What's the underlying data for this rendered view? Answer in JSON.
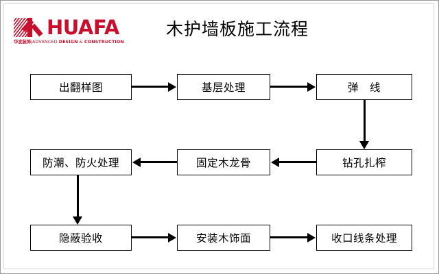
{
  "document": {
    "title": "木护墙板施工流程"
  },
  "brand": {
    "logo_icon": "huafa-k-logo-icon",
    "wordmark": "HUAFA",
    "tagline_cn": "华发装饰",
    "tagline_separator": "|",
    "tagline_en_light": "ADVANCED ",
    "tagline_en_bold_1": "DESIGN",
    "tagline_en_amp": " & ",
    "tagline_en_bold_2": "CONSTRUCTION",
    "color": "#c8102e"
  },
  "flowchart": {
    "type": "process-flow",
    "nodes": [
      {
        "id": "n1",
        "label": "出翻样图",
        "row": 1,
        "col": 1
      },
      {
        "id": "n2",
        "label": "基层处理",
        "row": 1,
        "col": 2
      },
      {
        "id": "n3",
        "label": "弹　线",
        "row": 1,
        "col": 3
      },
      {
        "id": "n4",
        "label": "钻孔扎榨",
        "row": 2,
        "col": 3
      },
      {
        "id": "n5",
        "label": "固定木龙骨",
        "row": 2,
        "col": 2
      },
      {
        "id": "n6",
        "label": "防潮、防火处理",
        "row": 2,
        "col": 1
      },
      {
        "id": "n7",
        "label": "隐蔽验收",
        "row": 3,
        "col": 1
      },
      {
        "id": "n8",
        "label": "安装木饰面",
        "row": 3,
        "col": 2
      },
      {
        "id": "n9",
        "label": "收口线条处理",
        "row": 3,
        "col": 3
      }
    ],
    "edges": [
      {
        "from": "n1",
        "to": "n2",
        "direction": "right"
      },
      {
        "from": "n2",
        "to": "n3",
        "direction": "right"
      },
      {
        "from": "n3",
        "to": "n4",
        "direction": "down"
      },
      {
        "from": "n4",
        "to": "n5",
        "direction": "left"
      },
      {
        "from": "n5",
        "to": "n6",
        "direction": "left"
      },
      {
        "from": "n6",
        "to": "n7",
        "direction": "down"
      },
      {
        "from": "n7",
        "to": "n8",
        "direction": "right"
      },
      {
        "from": "n8",
        "to": "n9",
        "direction": "right"
      }
    ]
  }
}
